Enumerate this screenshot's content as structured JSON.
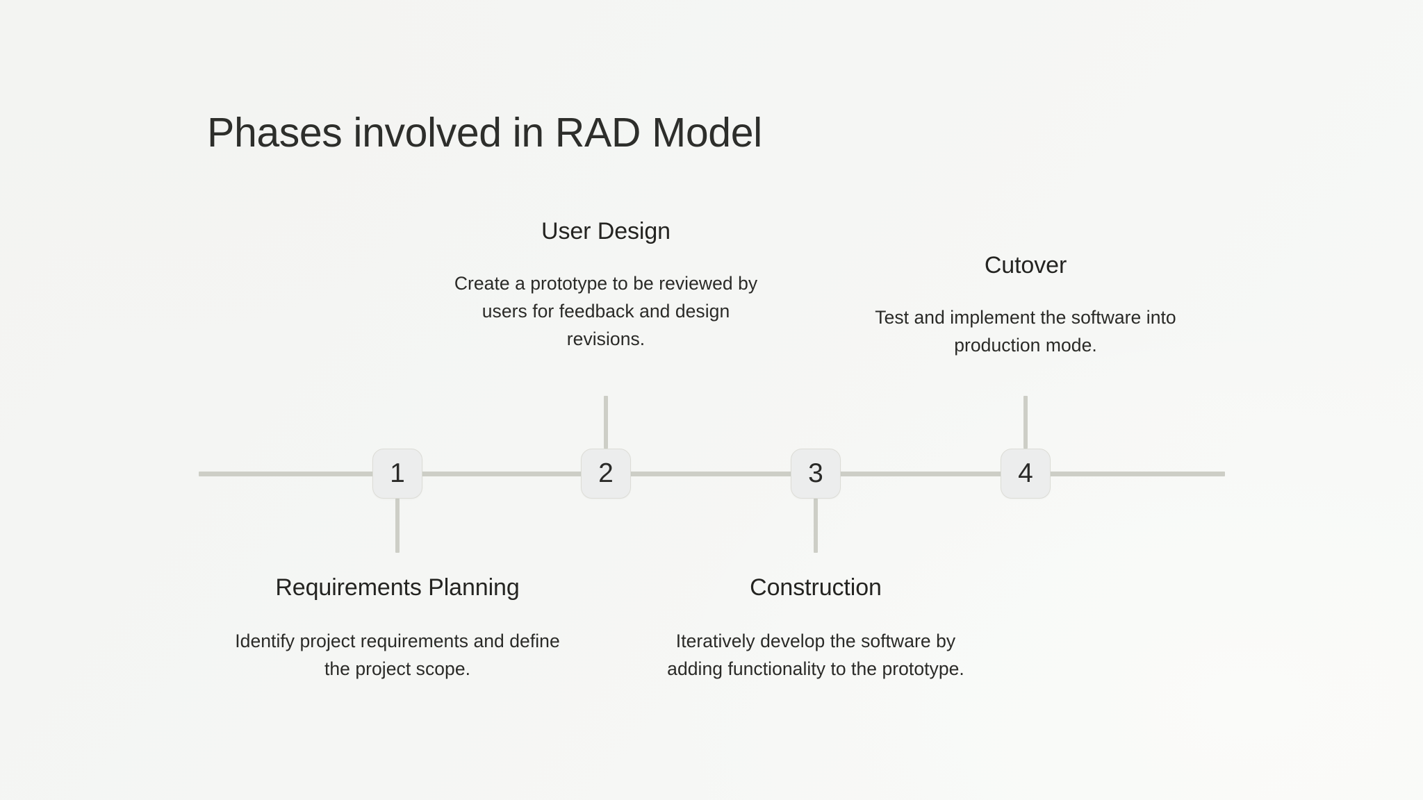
{
  "page": {
    "title": "Phases involved in RAD Model",
    "background_color": "#f5f6f4",
    "line_color": "#cdcec6",
    "node_fill": "#eceded",
    "node_border": "#dcdcd6",
    "text_color": "#2a2a27"
  },
  "timeline": {
    "axis_label": "phases-timeline",
    "phases": [
      {
        "number": "1",
        "title": "Requirements Planning",
        "description": "Identify project requirements and define the project scope.",
        "position": "below"
      },
      {
        "number": "2",
        "title": "User Design",
        "description": "Create a prototype to be reviewed by users for feedback and design revisions.",
        "position": "above"
      },
      {
        "number": "3",
        "title": "Construction",
        "description": "Iteratively develop the software by adding functionality to the prototype.",
        "position": "below"
      },
      {
        "number": "4",
        "title": "Cutover",
        "description": "Test and implement the software into production mode.",
        "position": "above"
      }
    ]
  }
}
